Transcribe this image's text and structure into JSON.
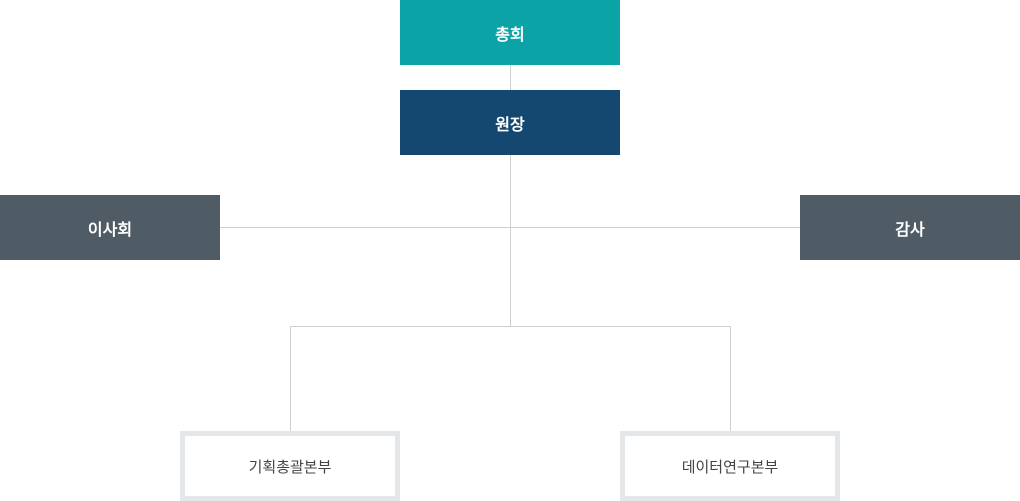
{
  "colors": {
    "assembly": "#0ca3a6",
    "director": "#144870",
    "side": "#4f5b65",
    "line": "#cfcfcf",
    "sub_border": "#e3e7ea"
  },
  "nodes": {
    "general_assembly": "총회",
    "director": "원장",
    "board": "이사회",
    "audit": "감사",
    "planning_division": "기획총괄본부",
    "data_research_division": "데이터연구본부"
  }
}
